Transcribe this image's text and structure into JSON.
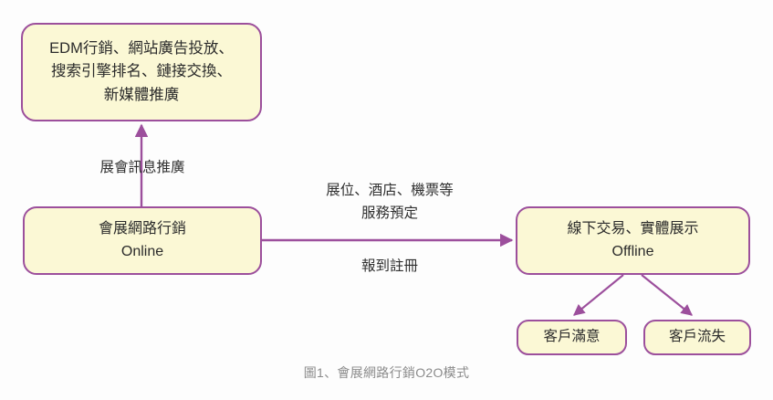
{
  "diagram": {
    "background_color": "#fdfdfd",
    "node_fill_color": "#fbf8d5",
    "node_border_color": "#9c4f9c",
    "edge_color": "#9c4f9c",
    "text_color": "#2b2b2b",
    "caption_color": "#8b8b8b",
    "nodes": {
      "channels": {
        "line1": "EDM行銷、網站廣告投放、",
        "line2": "搜索引擎排名、鏈接交換、",
        "line3": "新媒體推廣"
      },
      "online": {
        "line1": "會展網路行銷",
        "line2": "Online"
      },
      "offline": {
        "line1": "線下交易、實體展示",
        "line2": "Offline"
      },
      "satisfied": {
        "line1": "客戶滿意"
      },
      "churn": {
        "line1": "客戶流失"
      }
    },
    "edge_labels": {
      "promotion": "展會訊息推廣",
      "booking_line1": "展位、酒店、機票等",
      "booking_line2": "服務預定",
      "registration": "報到註冊"
    },
    "caption": "圖1、會展網路行銷O2O模式"
  }
}
